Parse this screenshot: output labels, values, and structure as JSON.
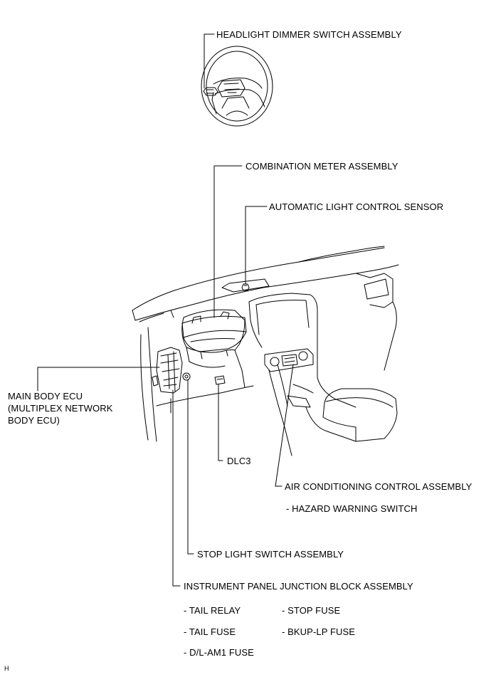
{
  "labels": {
    "headlight": "HEADLIGHT DIMMER SWITCH  ASSEMBLY",
    "combination_meter": "COMBINATION METER ASSEMBLY",
    "auto_light_sensor": "AUTOMATIC LIGHT CONTROL SENSOR",
    "main_body_ecu_1": "MAIN BODY ECU",
    "main_body_ecu_2": "(MULTIPLEX NETWORK",
    "main_body_ecu_3": "BODY ECU)",
    "dlc3": "DLC3",
    "air_conditioning": "AIR CONDITIONING CONTROL ASSEMBLY",
    "hazard": "- HAZARD WARNING SWITCH",
    "stop_light": "STOP LIGHT SWITCH ASSEMBLY",
    "junction_block": "INSTRUMENT PANEL JUNCTION BLOCK ASSEMBLY",
    "tail_relay": "- TAIL RELAY",
    "stop_fuse": "- STOP FUSE",
    "tail_fuse": "- TAIL FUSE",
    "bkup_fuse": "- BKUP-LP FUSE",
    "dl_am1_fuse": "- D/L-AM1 FUSE",
    "corner_code": "H"
  }
}
